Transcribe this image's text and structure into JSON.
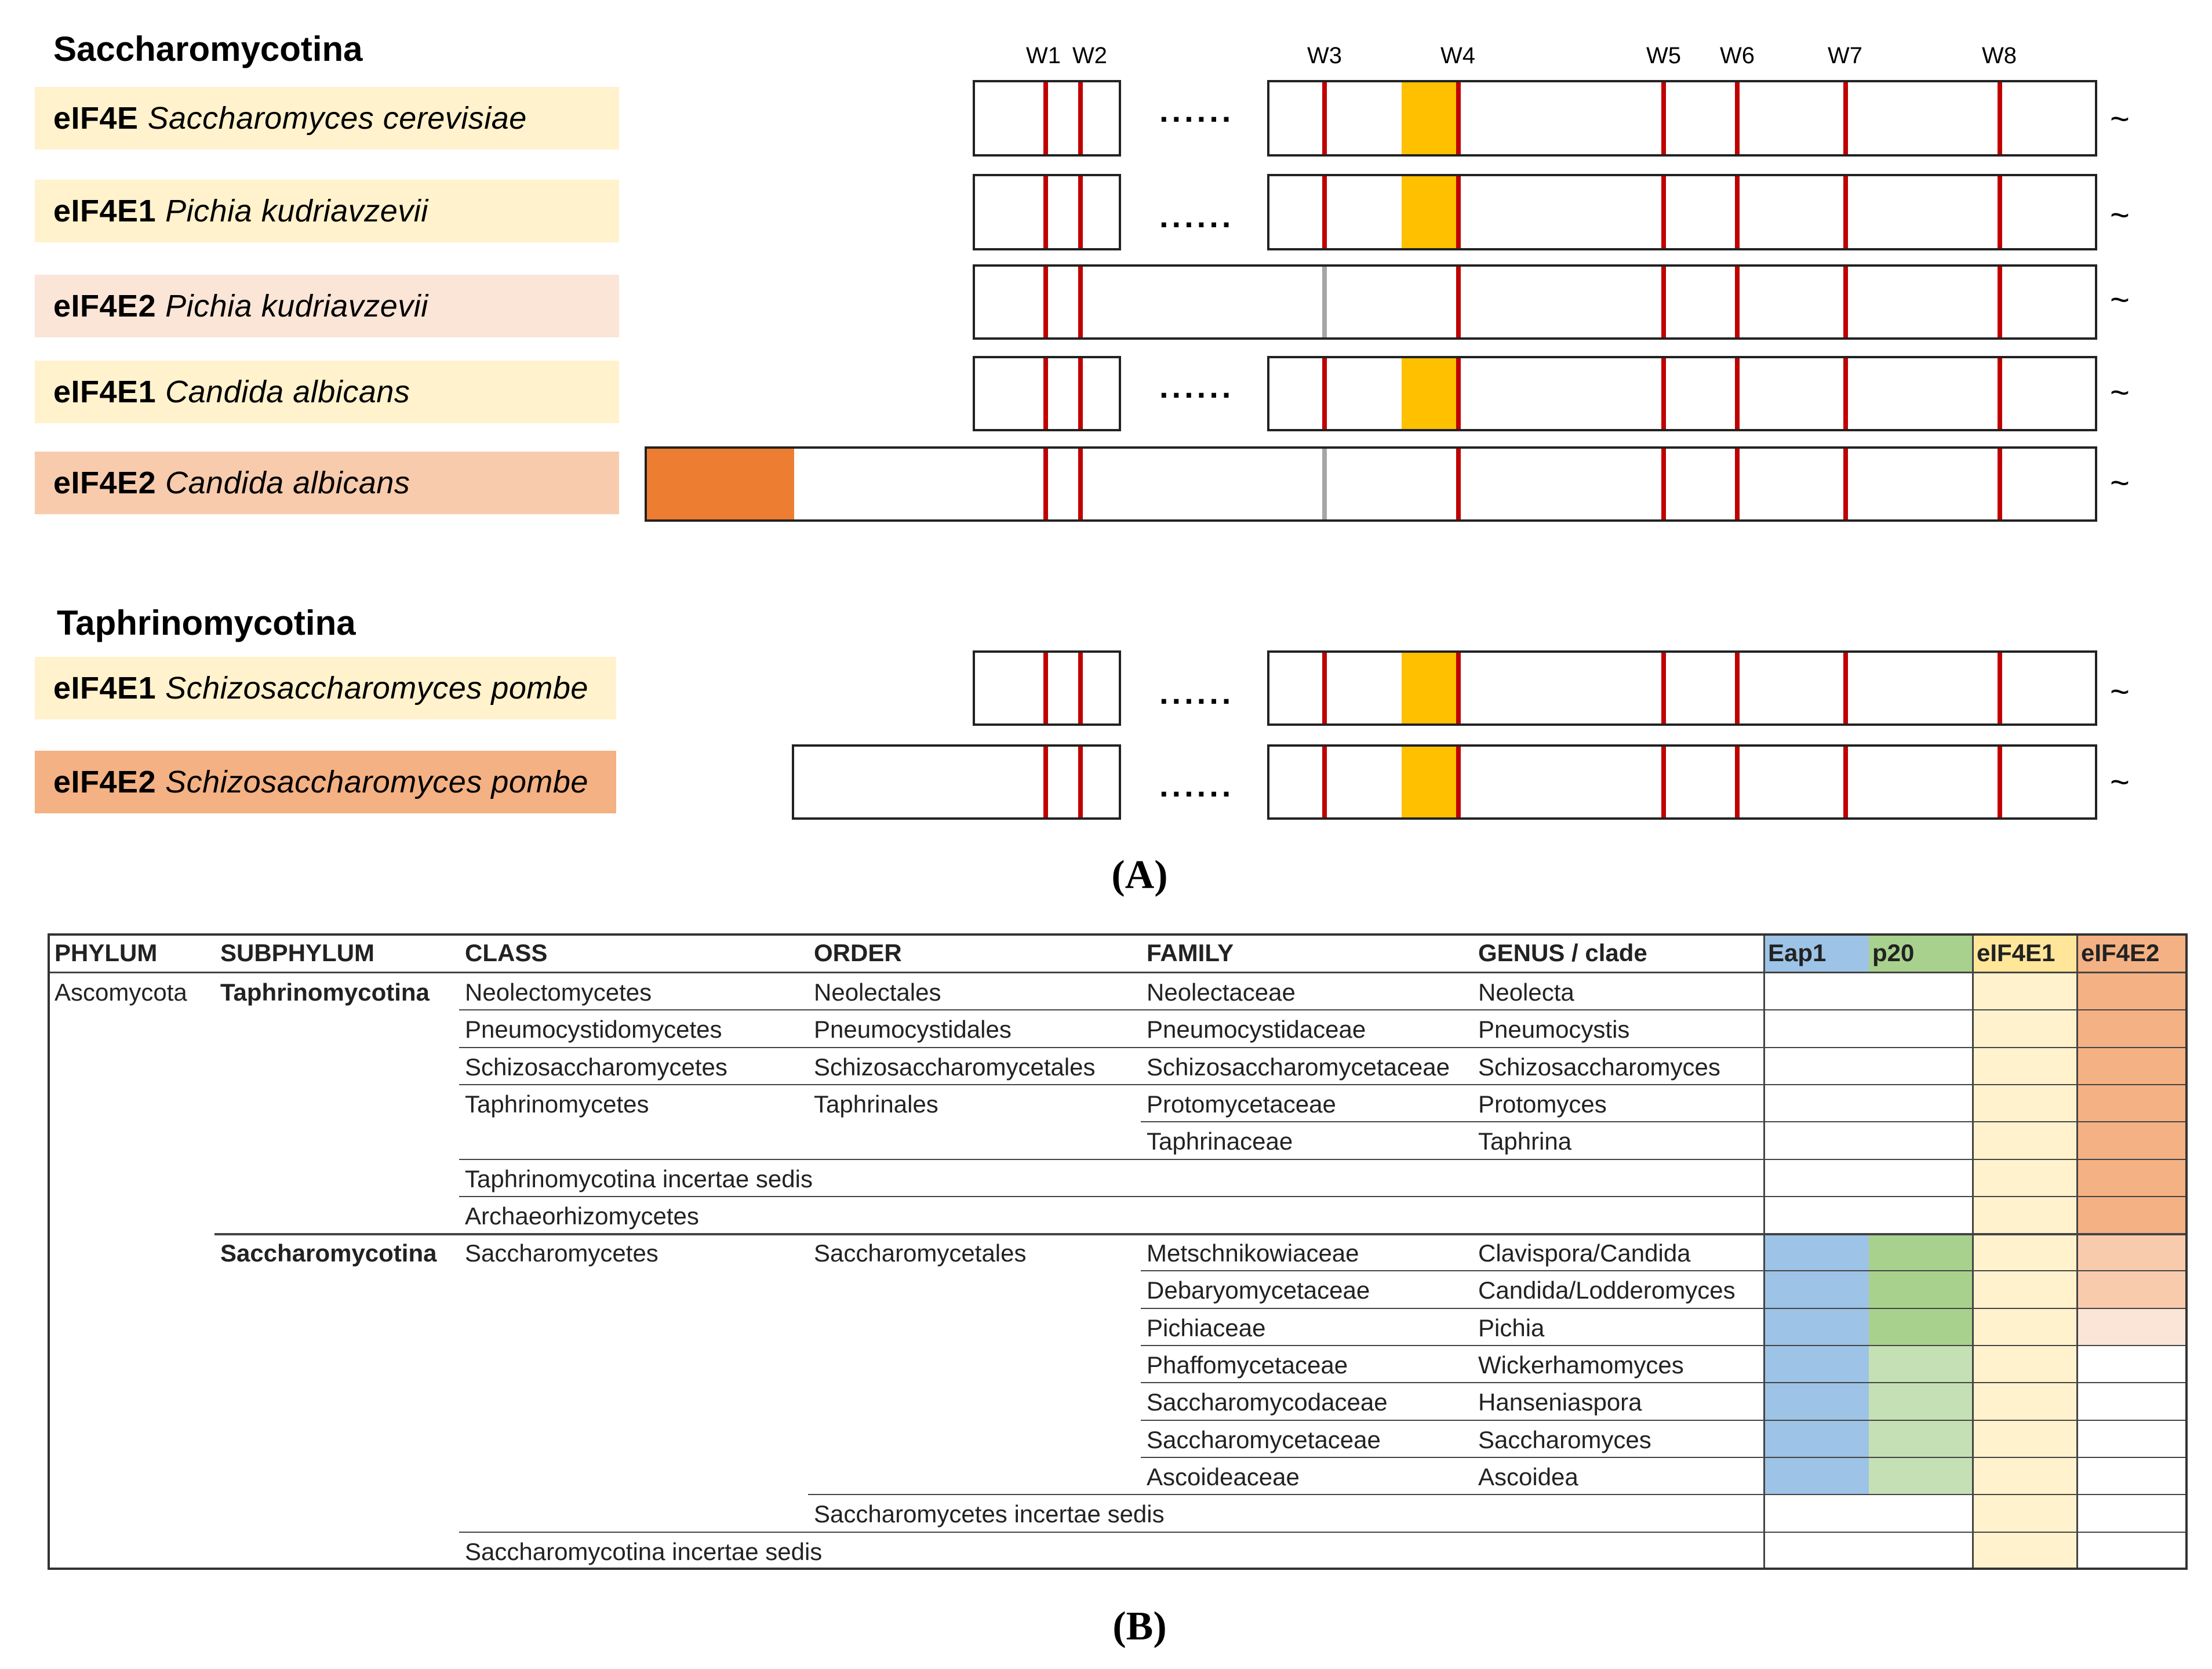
{
  "panel_a": {
    "sections": [
      {
        "title": "Saccharomycotina"
      },
      {
        "title": "Taphrinomycotina"
      }
    ],
    "tryptophan_labels": [
      "W1",
      "W2",
      "W3",
      "W4",
      "W5",
      "W6",
      "W7",
      "W8"
    ],
    "rows": [
      {
        "protein": "eIF4E",
        "species": "Saccharomyces cerevisiae",
        "color": "#fff2cc"
      },
      {
        "protein": "eIF4E1",
        "species": "Pichia kudriavzevii",
        "color": "#fff2cc"
      },
      {
        "protein": "eIF4E2",
        "species": "Pichia kudriavzevii",
        "color": "#fbe5d6"
      },
      {
        "protein": "eIF4E1",
        "species": "Candida albicans",
        "color": "#fff2cc"
      },
      {
        "protein": "eIF4E2",
        "species": "Candida albicans",
        "color": "#f8cbad"
      },
      {
        "protein": "eIF4E1",
        "species": "Schizosaccharomyces pombe",
        "color": "#fff2cc"
      },
      {
        "protein": "eIF4E2",
        "species": "Schizosaccharomyces pombe",
        "color": "#f4b183"
      }
    ],
    "ellipsis": "......",
    "tilde": "~",
    "label": "(A)"
  },
  "panel_b": {
    "headers": [
      "PHYLUM",
      "SUBPHYLUM",
      "CLASS",
      "ORDER",
      "FAMILY",
      "GENUS / clade",
      "Eap1",
      "p20",
      "eIF4E1",
      "eIF4E2"
    ],
    "header_colors": {
      "Eap1": "#9dc3e6",
      "p20": "#a9d18e",
      "eIF4E1": "#ffe699",
      "eIF4E2": "#f4b183"
    },
    "phylum": "Ascomycota",
    "subphyla": [
      {
        "name": "Taphrinomycotina",
        "rows": [
          {
            "class": "Neolectomycetes",
            "order": "Neolectales",
            "family": "Neolectaceae",
            "genus": "Neolecta"
          },
          {
            "class": "Pneumocystidomycetes",
            "order": "Pneumocystidales",
            "family": "Pneumocystidaceae",
            "genus": "Pneumocystis"
          },
          {
            "class": "Schizosaccharomycetes",
            "order": "Schizosaccharomycetales",
            "family": "Schizosaccharomycetaceae",
            "genus": "Schizosaccharomyces"
          },
          {
            "class": "Taphrinomycetes",
            "order": "Taphrinales",
            "family": "Protomycetaceae",
            "genus": "Protomyces"
          },
          {
            "class": "",
            "order": "",
            "family": "Taphrinaceae",
            "genus": "Taphrina"
          },
          {
            "class": "Taphrinomycotina incertae sedis",
            "order": "",
            "family": "",
            "genus": ""
          },
          {
            "class": "Archaeorhizomycetes",
            "order": "",
            "family": "",
            "genus": ""
          }
        ]
      },
      {
        "name": "Saccharomycotina",
        "rows": [
          {
            "class": "Saccharomycetes",
            "order": "Saccharomycetales",
            "family": "Metschnikowiaceae",
            "genus": "Clavispora/Candida"
          },
          {
            "class": "",
            "order": "",
            "family": "Debaryomycetaceae",
            "genus": "Candida/Lodderomyces"
          },
          {
            "class": "",
            "order": "",
            "family": "Pichiaceae",
            "genus": "Pichia"
          },
          {
            "class": "",
            "order": "",
            "family": "Phaffomycetaceae",
            "genus": "Wickerhamomyces"
          },
          {
            "class": "",
            "order": "",
            "family": "Saccharomycodaceae",
            "genus": "Hanseniaspora"
          },
          {
            "class": "",
            "order": "",
            "family": "Saccharomycetaceae",
            "genus": "Saccharomyces"
          },
          {
            "class": "",
            "order": "",
            "family": "Ascoideaceae",
            "genus": "Ascoidea"
          },
          {
            "class": "",
            "order": "Saccharomycetes incertae sedis",
            "family": "",
            "genus": ""
          },
          {
            "class": "Saccharomycotina incertae sedis",
            "order": "",
            "family": "",
            "genus": ""
          }
        ]
      }
    ],
    "presence_colors": {
      "eap1": [
        "",
        "",
        "",
        "",
        "",
        "",
        "",
        "#9dc3e6",
        "#9dc3e6",
        "#9dc3e6",
        "#9dc3e6",
        "#9dc3e6",
        "#9dc3e6",
        "#9dc3e6",
        "",
        ""
      ],
      "p20": [
        "",
        "",
        "",
        "",
        "",
        "",
        "",
        "#a9d18e",
        "#a9d18e",
        "#a9d18e",
        "#c5e0b4",
        "#c5e0b4",
        "#c5e0b4",
        "#c5e0b4",
        "",
        ""
      ],
      "eif4e1": [
        "#fff2cc",
        "#fff2cc",
        "#fff2cc",
        "#fff2cc",
        "#fff2cc",
        "#fff2cc",
        "#fff2cc",
        "#fff2cc",
        "#fff2cc",
        "#fff2cc",
        "#fff2cc",
        "#fff2cc",
        "#fff2cc",
        "#fff2cc",
        "#fff2cc",
        "#fff2cc"
      ],
      "eif4e2": [
        "#f4b183",
        "#f4b183",
        "#f4b183",
        "#f4b183",
        "#f4b183",
        "#f4b183",
        "#f4b183",
        "#f8cbad",
        "#f8cbad",
        "#fbe5d6",
        "",
        "",
        "",
        "",
        "",
        ""
      ]
    },
    "label": "(B)"
  }
}
